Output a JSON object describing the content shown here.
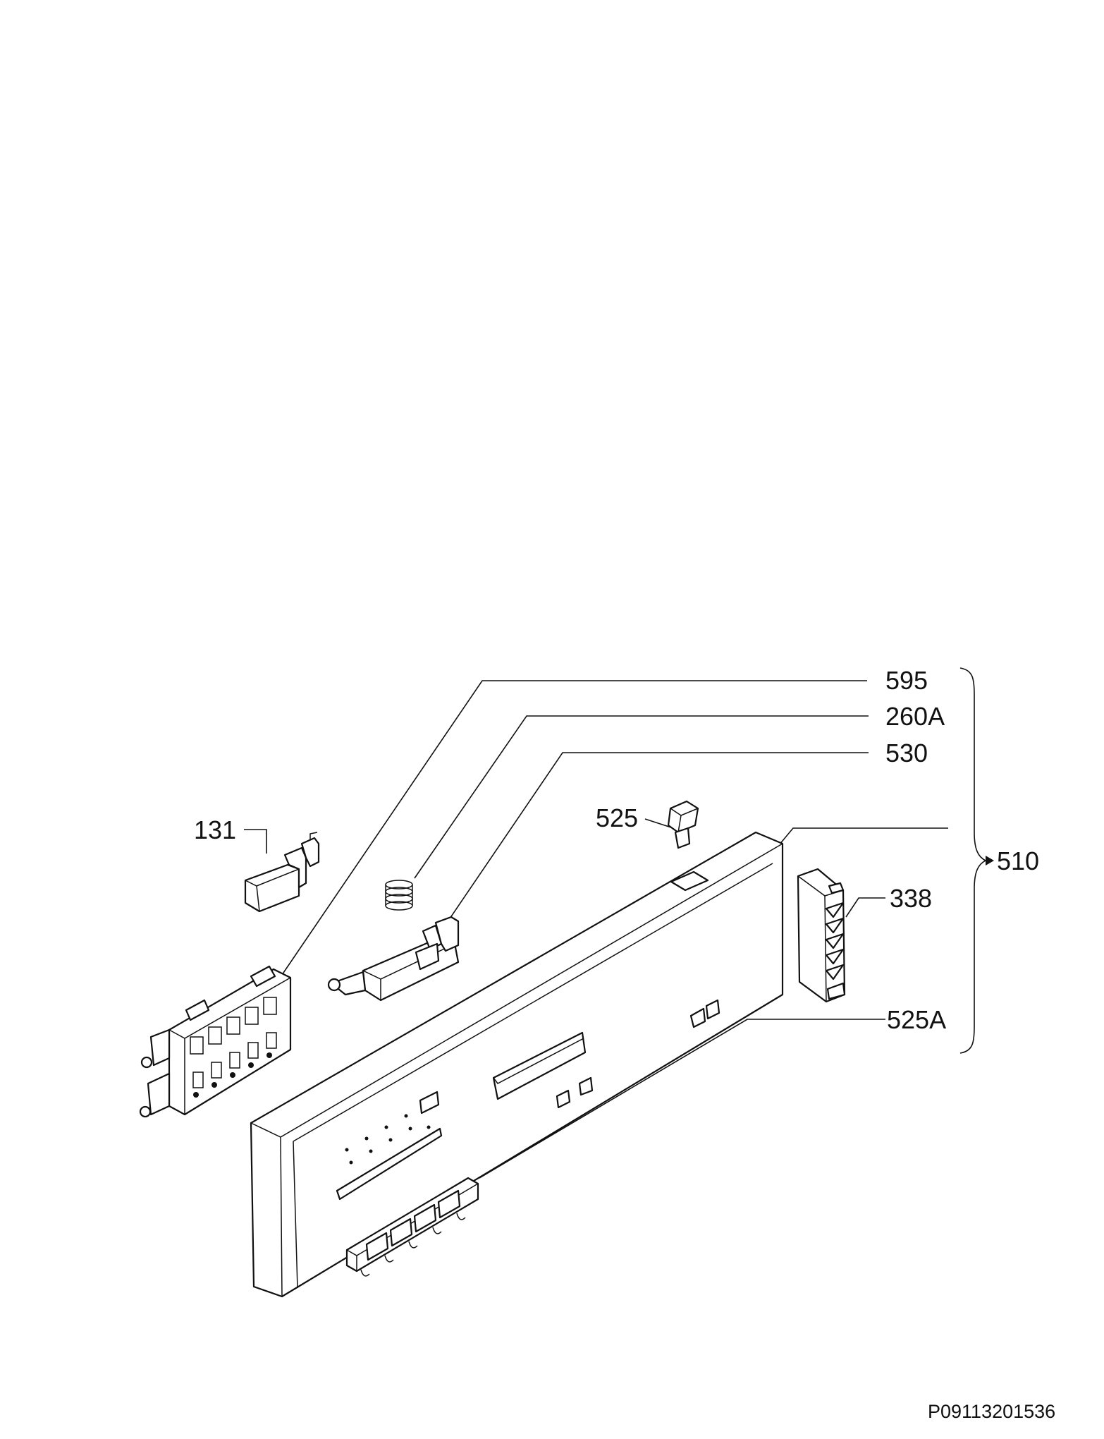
{
  "labels": {
    "p595": "595",
    "p260A": "260A",
    "p530": "530",
    "p525": "525",
    "p131": "131",
    "p510": "510",
    "p338": "338",
    "p525A": "525A"
  },
  "drawing_ref": "P09113201536",
  "colors": {
    "ink": "#111111",
    "background": "#ffffff"
  }
}
